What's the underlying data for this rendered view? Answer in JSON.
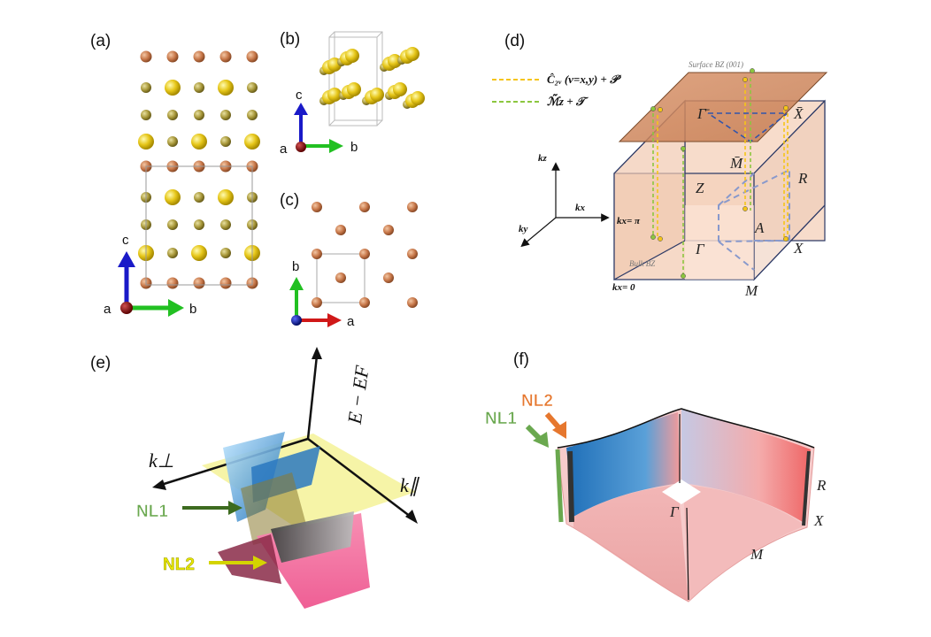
{
  "panels": {
    "a": {
      "label": "(a)",
      "axes": {
        "c": "c",
        "b": "b",
        "a": "a"
      }
    },
    "b": {
      "label": "(b)",
      "axes": {
        "c": "c",
        "b": "b",
        "a": "a"
      }
    },
    "c": {
      "label": "(c)",
      "axes": {
        "b": "b",
        "a": "a"
      }
    },
    "d": {
      "label": "(d)",
      "legend": [
        {
          "text": "Ĉ₂ᵥ (v=x,y) + 𝒫",
          "color": "#f5c518"
        },
        {
          "text": "ℳ̃z + 𝒯",
          "color": "#8cc63f"
        }
      ],
      "surface_bz": "Surface BZ (001)",
      "bulk_bz": "Bulk BZ",
      "axes": {
        "kz": "kz",
        "kx": "kx",
        "ky": "ky"
      },
      "plane_labels": {
        "kx_pi": "kx= π",
        "kx_0": "kx= 0"
      },
      "points": {
        "gamma_bar": "Γ̄",
        "x_bar": "X̄",
        "m_bar": "M̄",
        "z": "Z",
        "r": "R",
        "gamma": "Γ",
        "a": "A",
        "x": "X",
        "m": "M"
      }
    },
    "e": {
      "label": "(e)",
      "energy_axis": "E − EF",
      "k_perp": "k⊥",
      "k_par": "k∥",
      "nl1": "NL1",
      "nl2": "NL2"
    },
    "f": {
      "label": "(f)",
      "nl1": "NL1",
      "nl2": "NL2",
      "points": {
        "gamma": "Γ",
        "r": "R",
        "x": "X",
        "m": "M"
      }
    }
  },
  "colors": {
    "cu_atom": "#c8784a",
    "s_atom": "#e6c619",
    "olive_atom": "#a8983a",
    "axis_blue": "#1a1ac8",
    "axis_green": "#22c022",
    "axis_red": "#d01818",
    "axis_dark_red": "#8b0000",
    "nl1_green": "#6aa84f",
    "nl2_orange": "#e6772e",
    "nl2_yellow": "#e8e800"
  }
}
